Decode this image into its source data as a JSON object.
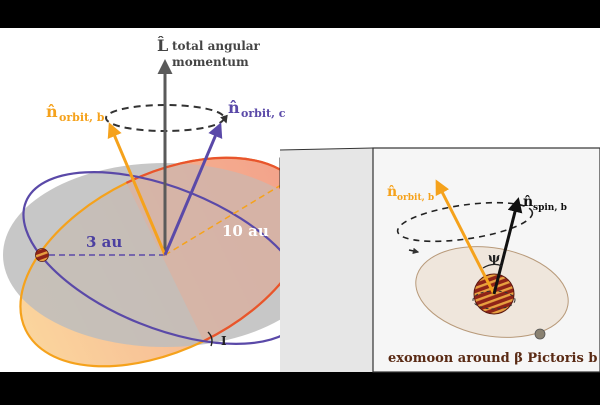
{
  "labels": {
    "L_symbol": "L̂",
    "L_desc_line1": "total angular",
    "L_desc_line2": "momentum",
    "n_orbit_b_symbol": "n̂",
    "n_orbit_b_sub": "orbit, b",
    "n_orbit_c_symbol": "n̂",
    "n_orbit_c_sub": "orbit, c",
    "dist_c": "3 au",
    "dist_b": "10 au",
    "inclination": "I",
    "inset_n_orbit_symbol": "n̂",
    "inset_n_orbit_sub": "orbit, b",
    "inset_n_spin_symbol": "n̂",
    "inset_n_spin_sub": "spin, b",
    "psi": "ψ",
    "caption": "exomoon around β Pictoris b"
  },
  "colors": {
    "orbit_b": "#f5a21c",
    "orbit_b_ring": "#e8542e",
    "orbit_c": "#5a49a8",
    "L_vector": "#5a5a5a",
    "spin_vector": "#111111",
    "dist_b_label": "#ffffff",
    "dist_c_label": "#4b3fa0",
    "planet": "#8f2318",
    "planet_band": "#e7a040",
    "caption": "#5a2a14",
    "frame_bg": "#000000",
    "stage_bg": "#ffffff",
    "inset_bg": "#f6f6f6"
  }
}
